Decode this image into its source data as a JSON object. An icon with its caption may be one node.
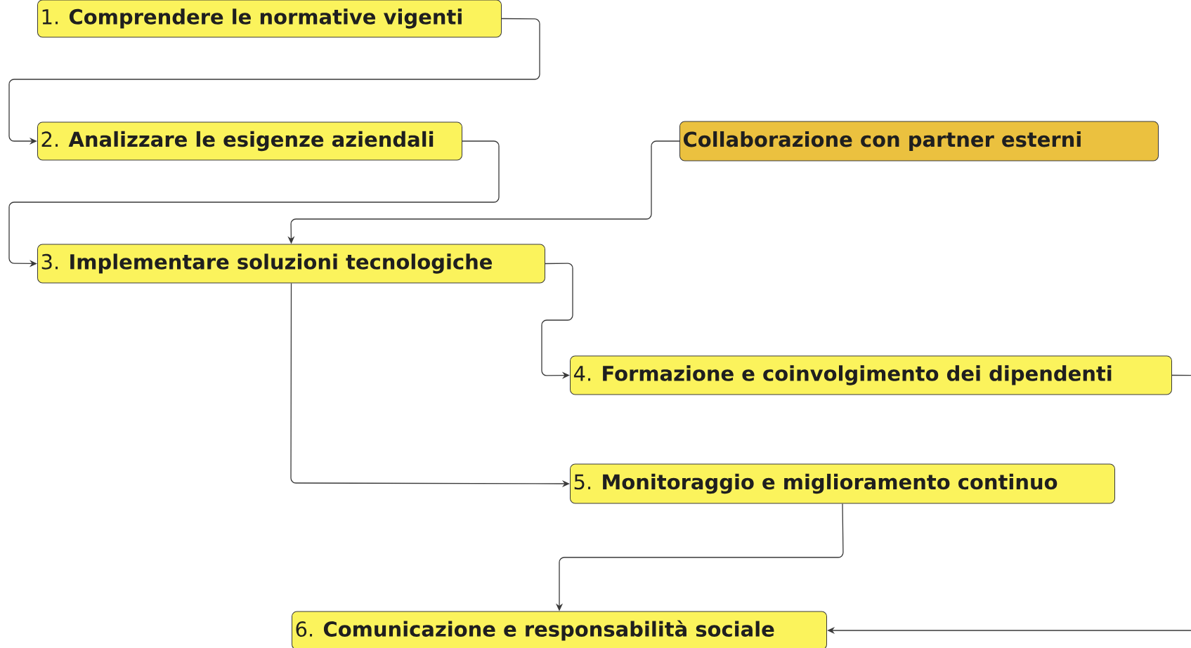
{
  "diagram": {
    "nodes": [
      {
        "text": [
          "1. **Comprendere le normative vigenti**"
        ]
      },
      {
        "text": [
          "2. **Analizzare le esigenze aziendali**"
        ]
      },
      {
        "text": [
          "3. **Implementare soluzioni tecnologiche**"
        ]
      },
      {
        "text": [
          "Collaborazione con partner esterni"
        ]
      },
      {
        "text": [
          "4. **Formazione e coinvolgimento dei dipendenti**"
        ]
      },
      {
        "text": [
          "5. **Monitoraggio e miglioramento continuo**"
        ]
      },
      {
        "text": [
          "6. **Comunicazione e responsabilità sociale**"
        ]
      }
    ],
    "edges": [
      {
        "from": 0,
        "to": 1,
        "arrow": "to"
      },
      {
        "from": 1,
        "to": 2,
        "arrow": "to"
      },
      {
        "from": 3,
        "to": 2,
        "arrow": "to"
      },
      {
        "from": 2,
        "to": 4,
        "arrow": "to"
      },
      {
        "from": 2,
        "to": 5,
        "arrow": "to"
      },
      {
        "from": 5,
        "to": 6,
        "arrow": "to"
      },
      {
        "from": 4,
        "to": 6,
        "arrow": "to"
      }
    ]
  }
}
